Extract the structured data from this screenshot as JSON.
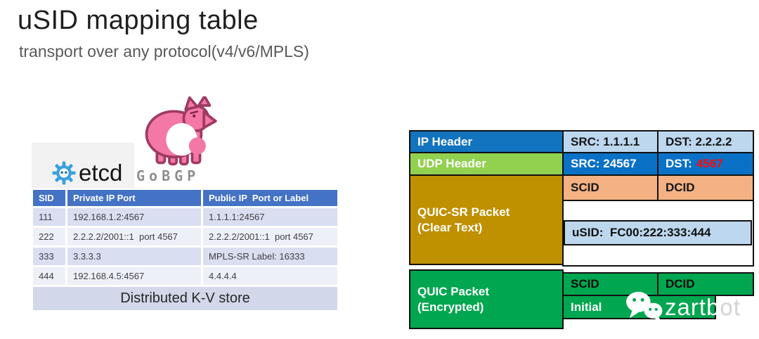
{
  "header": {
    "title": "uSID mapping table",
    "subtitle": "transport over any protocol(v4/v6/MPLS)"
  },
  "logos": {
    "etcd_label": "etcd",
    "gobgp_label": "GoBGP"
  },
  "mapping_table": {
    "columns": [
      "SID",
      "Private IP Port",
      "Public IP  Port or Label"
    ],
    "rows": [
      [
        "111",
        "192.168.1.2:4567",
        "1.1.1.1:24567"
      ],
      [
        "222",
        "2.2.2.2/2001::1  port 4567",
        "2.2.2.2/2001::1  port 4567"
      ],
      [
        "333",
        "3.3.3.3",
        "MPLS-SR Label: 16333"
      ],
      [
        "444",
        "192.168.4.5:4567",
        "4.4.4.4"
      ]
    ],
    "caption": "Distributed K-V store"
  },
  "packet_diagram": {
    "ip_header": {
      "label": "IP Header",
      "src": "SRC: 1.1.1.1",
      "dst": "DST: 2.2.2.2"
    },
    "udp_header": {
      "label": "UDP Header",
      "src": "SRC: 24567",
      "dst_label": "DST:",
      "dst_value": "4567"
    },
    "quic_sr": {
      "label_line1": "QUIC-SR Packet",
      "label_line2": "(Clear Text)",
      "scid": "SCID",
      "dcid": "DCID",
      "usid": "uSID:  FC00:222:333:444"
    },
    "quic_encrypted": {
      "label_line1": "QUIC Packet",
      "label_line2": "(Encrypted)",
      "scid": "SCID",
      "dcid": "DCID",
      "initial": "Initial"
    }
  },
  "watermark": {
    "brand_on_green": "zartb",
    "brand_faded": "ot"
  },
  "colors": {
    "table_header_blue": "#4472C4",
    "table_row_light": "#D9DEF0",
    "table_row_lighter": "#EEF0F8",
    "kv_band": "#D2D8EA",
    "box_blue": "#1273BE",
    "udp_port_blue": "#0B71C6",
    "light_blue_cell": "#BDD7EE",
    "udp_green": "#92D050",
    "quic_green": "#00A650",
    "quic_sr_gold": "#BF9000",
    "cid_orange": "#F4B183",
    "dst_port_red": "#FF0808"
  }
}
